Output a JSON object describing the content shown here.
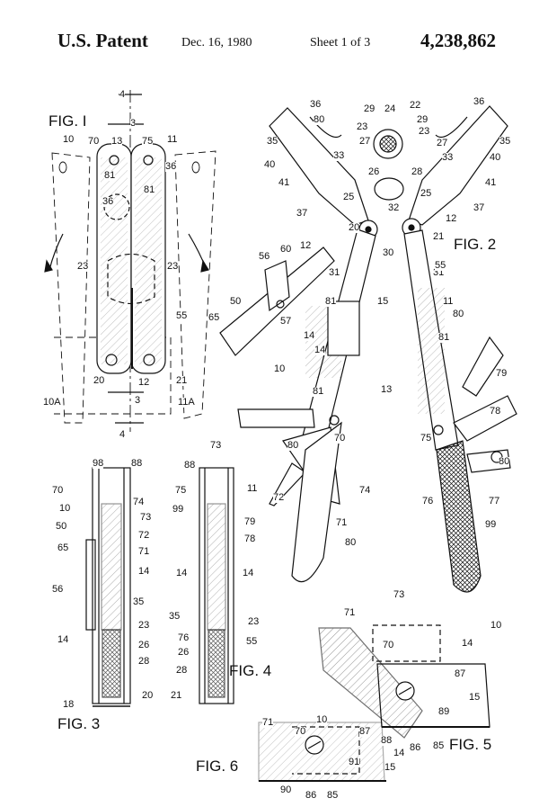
{
  "header": {
    "left": "U.S. Patent",
    "date": "Dec. 16, 1980",
    "sheet": "Sheet 1 of 3",
    "number": "4,238,862"
  },
  "figures": {
    "fig1": "FIG. I",
    "fig2": "FIG. 2",
    "fig3": "FIG. 3",
    "fig4": "FIG. 4",
    "fig5": "FIG. 5",
    "fig6": "FIG. 6"
  },
  "refs": {
    "fig1": [
      "4",
      "3",
      "10",
      "70",
      "13",
      "75",
      "11",
      "81",
      "36",
      "81",
      "36",
      "23",
      "23",
      "55",
      "20",
      "12",
      "21",
      "3",
      "10A",
      "11A",
      "4"
    ],
    "fig2": [
      "36",
      "29",
      "24",
      "22",
      "29",
      "36",
      "80",
      "23",
      "23",
      "35",
      "27",
      "27",
      "35",
      "33",
      "33",
      "40",
      "40",
      "26",
      "28",
      "41",
      "41",
      "25",
      "25",
      "37",
      "32",
      "37",
      "12",
      "20",
      "30",
      "21",
      "56",
      "60",
      "12",
      "31",
      "31",
      "55",
      "50",
      "81",
      "15",
      "11",
      "57",
      "65",
      "14",
      "80",
      "14",
      "81",
      "10",
      "81",
      "13",
      "79",
      "78",
      "73",
      "80",
      "70",
      "75",
      "80",
      "72",
      "74",
      "76",
      "77",
      "99",
      "71",
      "80"
    ],
    "fig3": [
      "98",
      "88",
      "70",
      "74",
      "10",
      "73",
      "50",
      "72",
      "65",
      "71",
      "14",
      "56",
      "35",
      "23",
      "14",
      "26",
      "28",
      "18",
      "20"
    ],
    "fig4": [
      "88",
      "75",
      "11",
      "99",
      "79",
      "78",
      "14",
      "14",
      "35",
      "23",
      "76",
      "55",
      "26",
      "28",
      "21"
    ],
    "fig5": [
      "73",
      "71",
      "10",
      "14",
      "70",
      "87",
      "15",
      "89",
      "88",
      "86",
      "85"
    ],
    "fig6": [
      "71",
      "10",
      "70",
      "87",
      "91",
      "15",
      "14",
      "90",
      "86",
      "85"
    ]
  }
}
